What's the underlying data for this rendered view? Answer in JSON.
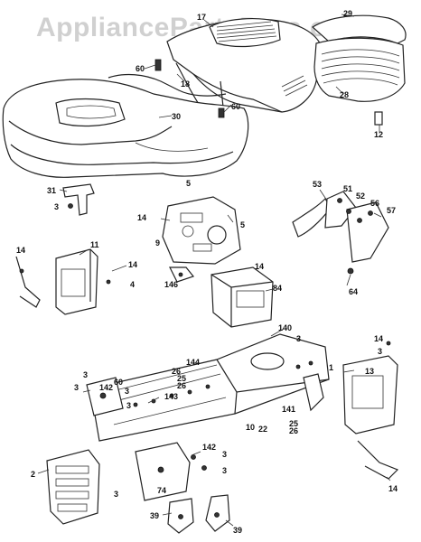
{
  "watermark": "AppliancePartsPros.com",
  "callouts": [
    {
      "id": "c17",
      "text": "17"
    },
    {
      "id": "c29",
      "text": "29"
    },
    {
      "id": "c60a",
      "text": "60"
    },
    {
      "id": "c18",
      "text": "18"
    },
    {
      "id": "c30",
      "text": "30"
    },
    {
      "id": "c60b",
      "text": "60"
    },
    {
      "id": "c28",
      "text": "28"
    },
    {
      "id": "c12",
      "text": "12"
    },
    {
      "id": "c31",
      "text": "31"
    },
    {
      "id": "c3a",
      "text": "3"
    },
    {
      "id": "c5a",
      "text": "5"
    },
    {
      "id": "c14a",
      "text": "14"
    },
    {
      "id": "c9",
      "text": "9"
    },
    {
      "id": "c5b",
      "text": "5"
    },
    {
      "id": "c53",
      "text": "53"
    },
    {
      "id": "c51",
      "text": "51"
    },
    {
      "id": "c52",
      "text": "52"
    },
    {
      "id": "c56",
      "text": "56"
    },
    {
      "id": "c57",
      "text": "57"
    },
    {
      "id": "c14b",
      "text": "14"
    },
    {
      "id": "c11",
      "text": "11"
    },
    {
      "id": "c14c",
      "text": "14"
    },
    {
      "id": "c4",
      "text": "4"
    },
    {
      "id": "c14d",
      "text": "14"
    },
    {
      "id": "c146",
      "text": "146"
    },
    {
      "id": "c84",
      "text": "84"
    },
    {
      "id": "c64",
      "text": "64"
    },
    {
      "id": "c140",
      "text": "140"
    },
    {
      "id": "c3b",
      "text": "3"
    },
    {
      "id": "c14e",
      "text": "14"
    },
    {
      "id": "c3c",
      "text": "3"
    },
    {
      "id": "c1",
      "text": "1"
    },
    {
      "id": "c13",
      "text": "13"
    },
    {
      "id": "c144",
      "text": "144"
    },
    {
      "id": "c26a",
      "text": "26"
    },
    {
      "id": "c25a",
      "text": "25"
    },
    {
      "id": "c26b",
      "text": "26"
    },
    {
      "id": "c3d",
      "text": "3"
    },
    {
      "id": "c3e",
      "text": "3"
    },
    {
      "id": "c142a",
      "text": "142"
    },
    {
      "id": "c60c",
      "text": "60"
    },
    {
      "id": "c3f",
      "text": "3"
    },
    {
      "id": "c143",
      "text": "143"
    },
    {
      "id": "c3g",
      "text": "3"
    },
    {
      "id": "c141",
      "text": "141"
    },
    {
      "id": "c10",
      "text": "10"
    },
    {
      "id": "c22",
      "text": "22"
    },
    {
      "id": "c25b",
      "text": "25"
    },
    {
      "id": "c26c",
      "text": "26"
    },
    {
      "id": "c142b",
      "text": "142"
    },
    {
      "id": "c3h",
      "text": "3"
    },
    {
      "id": "c3i",
      "text": "3"
    },
    {
      "id": "c2",
      "text": "2"
    },
    {
      "id": "c74",
      "text": "74"
    },
    {
      "id": "c3j",
      "text": "3"
    },
    {
      "id": "c39a",
      "text": "39"
    },
    {
      "id": "c39b",
      "text": "39"
    },
    {
      "id": "c14f",
      "text": "14"
    }
  ]
}
